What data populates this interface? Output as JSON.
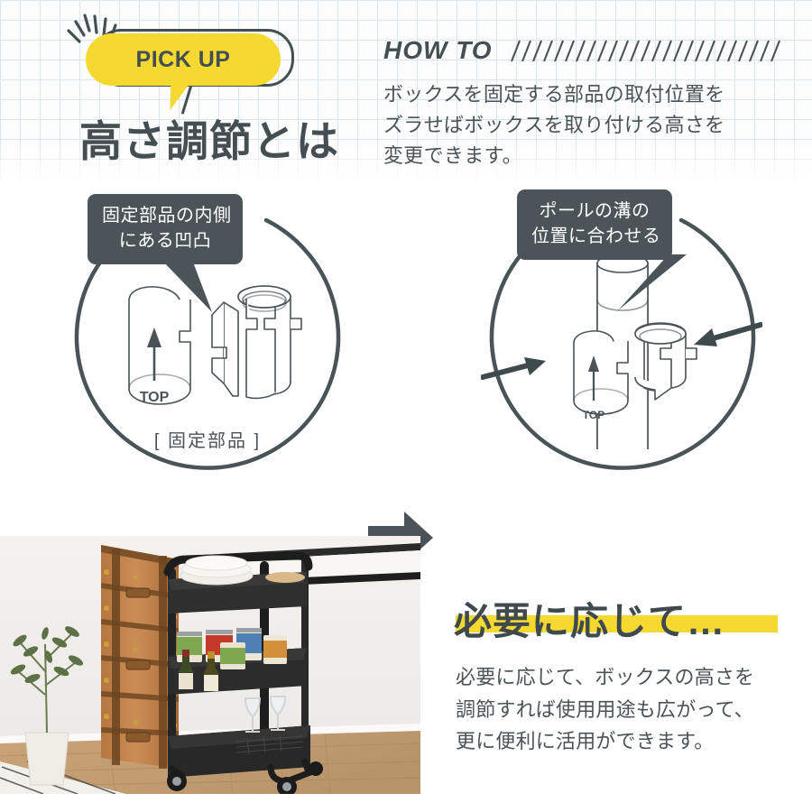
{
  "theme": {
    "yellow": "#f5d930",
    "dark_slate": "#454f53",
    "body_text": "#4a5357",
    "grid_line": "#d9e6ee",
    "callout_bg": "#4a5459"
  },
  "header": {
    "badge_label": "PICK UP",
    "badge_icon": "sparkle-lines",
    "heading": "高さ調節とは",
    "howto": {
      "title": "HOW TO",
      "decoration": "slash-pattern",
      "slash_count": 25,
      "body_lines": [
        "ボックスを固定する部品の取付位置を",
        "ズラせばボックスを取り付ける高さを",
        "変更できます。"
      ]
    }
  },
  "diagram": {
    "left": {
      "callout_lines": [
        "固定部品の内側",
        "にある凹凸"
      ],
      "caption": "[ 固定部品 ]",
      "part_label": "TOP",
      "illustration": "fixing-parts-pair-illustration"
    },
    "transition_icon": "right-arrow-icon",
    "right": {
      "callout_lines": [
        "ポールの溝の",
        "位置に合わせる"
      ],
      "part_label": "TOP",
      "illustration": "pole-with-clamp-illustration",
      "direction_arrows": [
        "arrow-pointing-right",
        "arrow-pointing-left"
      ]
    }
  },
  "bottom": {
    "photo_alt": "黒い3段ワゴンの設置イメージ写真",
    "heading": "必要に応じて…",
    "body_lines": [
      "必要に応じて、ボックスの高さを",
      "調節すれば使用用途も広がって、",
      "更に便利に活用ができます。"
    ]
  }
}
